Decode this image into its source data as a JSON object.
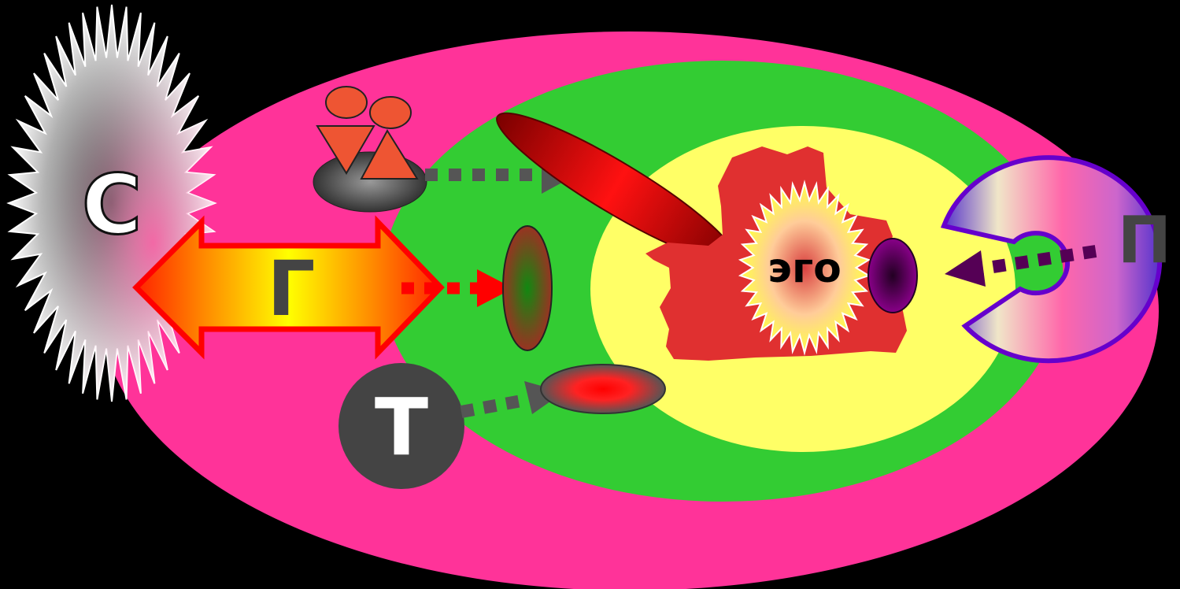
{
  "labels": {
    "c": "С",
    "g": "Г",
    "t": "Т",
    "p": "П",
    "ego": "эго"
  },
  "colors": {
    "background": "#000000",
    "outer_ellipse": "#ff3399",
    "middle_ellipse": "#33cc33",
    "inner_ellipse": "#ffff66",
    "ego_blob": "#e03030",
    "pacman_outline": "#6600cc",
    "arrow_grey": "#555555",
    "arrow_red": "#ff0000",
    "arrow_purple": "#550055"
  },
  "icons": {
    "c_burst": "white-starburst",
    "g_arrow": "double-headed-gradient-arrow",
    "t_circle": "dark-circle",
    "p_shape": "pacman-shape",
    "people": "two-person-figures",
    "ego_burst": "yellow-starburst"
  }
}
